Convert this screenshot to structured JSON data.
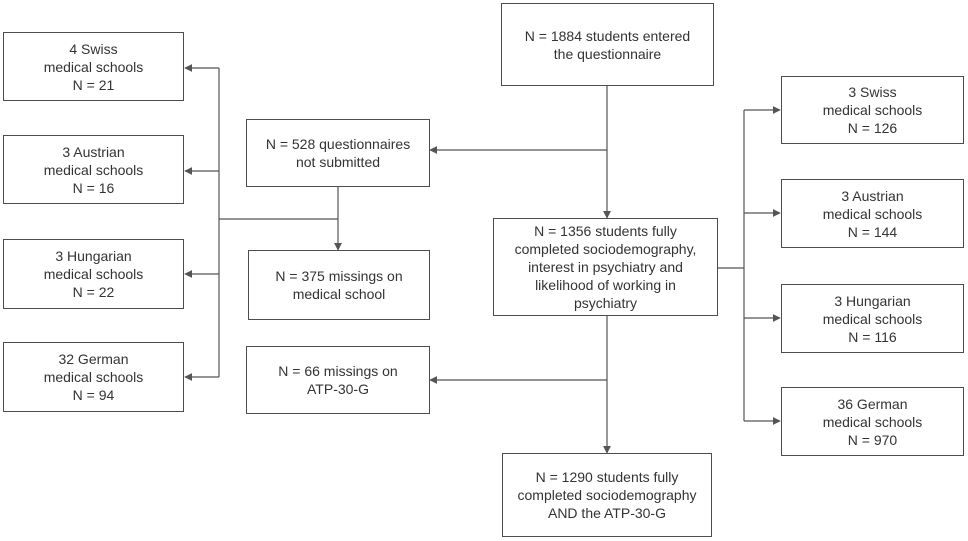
{
  "diagram": {
    "colors": {
      "line": "#555555",
      "border": "#4d4d4d",
      "text": "#333333",
      "background": "#ffffff"
    },
    "nodes": {
      "entered": {
        "lines": [
          "N = 1884 students entered",
          "the questionnaire"
        ]
      },
      "not_submitted": {
        "lines": [
          "N = 528 questionnaires",
          "not submitted"
        ]
      },
      "completed_socio": {
        "lines": [
          "N = 1356 students fully",
          "completed sociodemography,",
          "interest in psychiatry and",
          "likelihood of working in",
          "psychiatry"
        ]
      },
      "missing_school": {
        "lines": [
          "N = 375 missings on",
          "medical school"
        ]
      },
      "missing_atp": {
        "lines": [
          "N = 66 missings on",
          "ATP-30-G"
        ]
      },
      "final": {
        "lines": [
          "N = 1290 students fully",
          "completed sociodemography",
          "AND the ATP-30-G"
        ]
      },
      "left_swiss": {
        "lines": [
          "4 Swiss",
          "medical schools",
          "N = 21"
        ]
      },
      "left_austrian": {
        "lines": [
          "3 Austrian",
          "medical schools",
          "N = 16"
        ]
      },
      "left_hungarian": {
        "lines": [
          "3 Hungarian",
          "medical schools",
          "N = 22"
        ]
      },
      "left_german": {
        "lines": [
          "32 German",
          "medical schools",
          "N = 94"
        ]
      },
      "right_swiss": {
        "lines": [
          "3 Swiss",
          "medical schools",
          "N = 126"
        ]
      },
      "right_austrian": {
        "lines": [
          "3 Austrian",
          "medical schools",
          "N = 144"
        ]
      },
      "right_hungarian": {
        "lines": [
          "3 Hungarian",
          "medical schools",
          "N = 116"
        ]
      },
      "right_german": {
        "lines": [
          "36 German",
          "medical schools",
          "N = 970"
        ]
      }
    }
  }
}
